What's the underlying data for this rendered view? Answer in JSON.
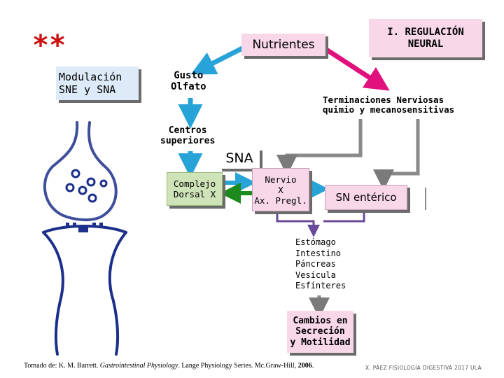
{
  "title": {
    "header": "I. REGULACIÓN\nNEURAL",
    "nutrients": "Nutrientes",
    "asterisks": "**",
    "modulation": "Modulación\nSNE y SNA"
  },
  "nodes": {
    "taste_smell": "Gusto\nOlfato",
    "terminals": "Terminaciones Nerviosas\nquimio y mecanosensitivas",
    "higher_centers": "Centros\nsuperiores",
    "sna": "SNA",
    "dorsal_complex": "Complejo\nDorsal X",
    "vagus": "Nervio\nX\nAx. Pregl.",
    "enteric": "SN entérico",
    "organs": "Estómago\nIntestino\nPáncreas\nVesícula\nEsfínteres",
    "changes": "Cambios en\nSecreción\ny Motilidad"
  },
  "footer": {
    "source_prefix": "Tomado de: K. M. Barrett. ",
    "source_book": "Gastrointestinal Physiology",
    "source_suffix": ". Lange Physiology Series. Mc.Graw-Hill, ",
    "source_year": "2006",
    "source_end": ".",
    "credit": "X. PÁEZ  FISIOLOGÍA DIGESTIVA 2017  ULA"
  },
  "colors": {
    "header_box": "#f7d7e8",
    "nutrients_box": "#f7d7e8",
    "modulation_box": "#dcebf7",
    "dorsal_box": "#cfe3b8",
    "vagus_box": "#f7d7e8",
    "enteric_box": "#f7d7e8",
    "changes_box": "#f7d7e8",
    "pink_arrow": "#e0107d",
    "cyan_arrow": "#27a3d8",
    "green_arrow": "#1d8a1d",
    "gray_arrow": "#8a8a8a",
    "asterisks": "#cc1010"
  }
}
